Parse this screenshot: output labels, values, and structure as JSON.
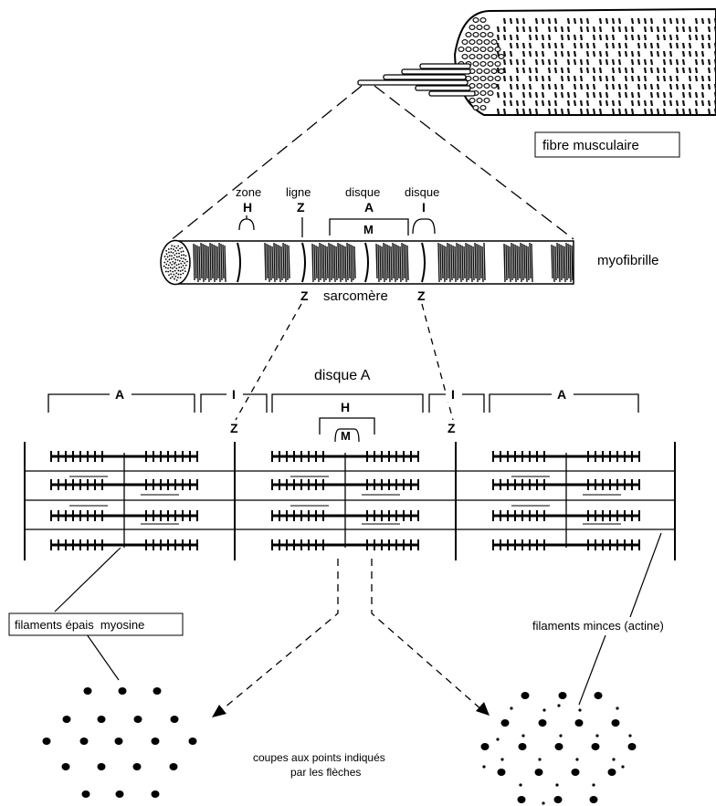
{
  "labels": {
    "fibre_musculaire": "fibre musculaire",
    "myofibrille": "myofibrille",
    "zone": "zone",
    "zone_h": "H",
    "ligne": "ligne",
    "ligne_z": "Z",
    "disque_a_top": "disque",
    "disque_a_letter": "A",
    "disque_i_top": "disque",
    "disque_i_letter": "I",
    "m_band": "M",
    "z_left": "Z",
    "sarcomere": "sarcomère",
    "z_right": "Z",
    "disque_a_title": "disque A",
    "band_a_left": "A",
    "band_i_left": "I",
    "band_h": "H",
    "band_i_right": "I",
    "band_a_right": "A",
    "band_m": "M",
    "z_line_left": "Z",
    "z_line_right": "Z",
    "filaments_epais": "filaments épais  myosine",
    "filaments_minces": "filaments minces (actine)",
    "coupes_line1": "coupes aux points indiqués",
    "coupes_line2": "par les flèches"
  },
  "colors": {
    "ink": "#000000",
    "background": "#ffffff",
    "fibre_shade": "#1a1a1a"
  }
}
